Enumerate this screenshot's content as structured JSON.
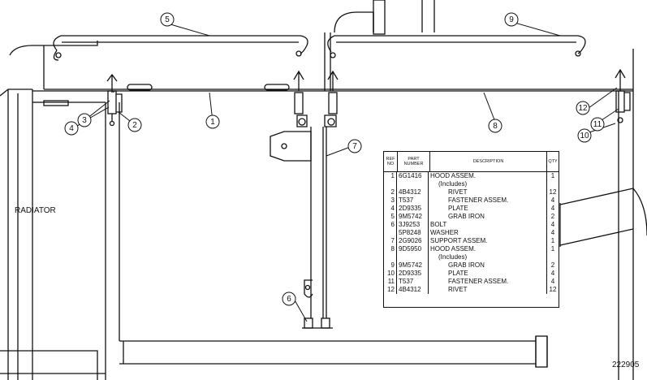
{
  "labels": {
    "radiator": "RADIATOR",
    "figure_number": "222905"
  },
  "callouts": [
    "5",
    "9",
    "1",
    "8",
    "4",
    "3",
    "2",
    "12",
    "11",
    "10",
    "7",
    "6"
  ],
  "parts_table": {
    "headers": {
      "ref": "REF NO",
      "part": "PART NUMBER",
      "desc": "DESCRIPTION",
      "qty": "QTY"
    },
    "rows": [
      {
        "ref": "1",
        "part": "6G1416",
        "desc": "HOOD ASSEM.",
        "qty": "1",
        "indent": 0
      },
      {
        "ref": "",
        "part": "",
        "desc": "(Includes)",
        "qty": "",
        "indent": 1
      },
      {
        "ref": "2",
        "part": "4B4312",
        "desc": "RIVET",
        "qty": "12",
        "indent": 2
      },
      {
        "ref": "3",
        "part": "T537",
        "desc": "FASTENER ASSEM.",
        "qty": "4",
        "indent": 2
      },
      {
        "ref": "4",
        "part": "2D9335",
        "desc": "PLATE",
        "qty": "4",
        "indent": 2
      },
      {
        "ref": "5",
        "part": "9M5742",
        "desc": "GRAB IRON",
        "qty": "2",
        "indent": 2
      },
      {
        "ref": "6",
        "part": "3J9253",
        "desc": "BOLT",
        "qty": "4",
        "indent": 0
      },
      {
        "ref": "",
        "part": "5P8248",
        "desc": "WASHER",
        "qty": "4",
        "indent": 0
      },
      {
        "ref": "7",
        "part": "2G9026",
        "desc": "SUPPORT ASSEM.",
        "qty": "1",
        "indent": 0
      },
      {
        "ref": "8",
        "part": "9D5950",
        "desc": "HOOD ASSEM.",
        "qty": "1",
        "indent": 0
      },
      {
        "ref": "",
        "part": "",
        "desc": "(Includes)",
        "qty": "",
        "indent": 1
      },
      {
        "ref": "9",
        "part": "9M5742",
        "desc": "GRAB IRON",
        "qty": "2",
        "indent": 2
      },
      {
        "ref": "10",
        "part": "2D9335",
        "desc": "PLATE",
        "qty": "4",
        "indent": 2
      },
      {
        "ref": "11",
        "part": "T537",
        "desc": "FASTENER ASSEM.",
        "qty": "4",
        "indent": 2
      },
      {
        "ref": "12",
        "part": "4B4312",
        "desc": "RIVET",
        "qty": "12",
        "indent": 2
      }
    ]
  }
}
